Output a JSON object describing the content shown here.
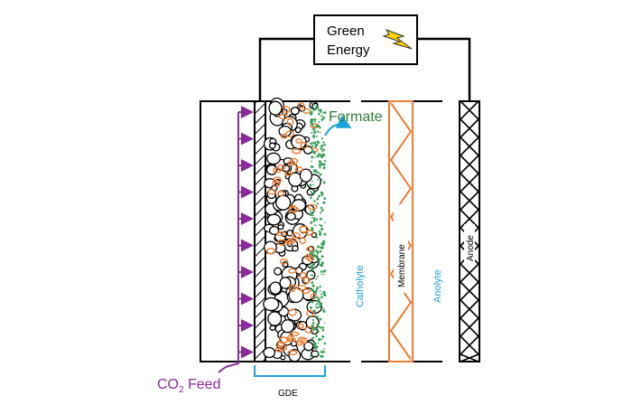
{
  "power_source": {
    "line1": "Green",
    "line2": "Energy"
  },
  "product": "Formate",
  "feed": {
    "prefix": "CO",
    "subscript": "2",
    "suffix": " Feed"
  },
  "gde_label": "GDE",
  "catholyte": "Catholyte",
  "membrane": "Membrane",
  "anolyte": "Anolyte",
  "anode": "Anode",
  "colors": {
    "co2_feed": "#8b2a9b",
    "membrane": "#ed7d31",
    "electrolyte_label": "#1ca3dc",
    "formate": "#2e7d32",
    "catalyst_dots": "#3aa35a",
    "bolt": "#ffd400"
  }
}
